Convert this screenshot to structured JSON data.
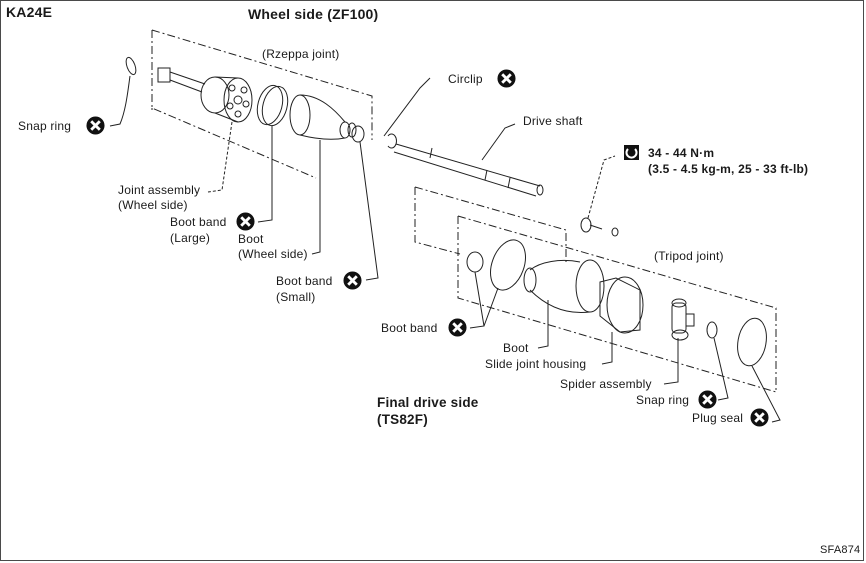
{
  "model": "KA24E",
  "figure_code": "SFA874",
  "wheel_side": {
    "title": "Wheel side (ZF100)",
    "joint_type": "(Rzeppa joint)"
  },
  "final_drive_side": {
    "title_line1": "Final drive side",
    "title_line2": "(TS82F)",
    "joint_type": "(Tripod joint)"
  },
  "torque": {
    "icon": "torque-wrench-icon",
    "line1": "34 - 44 N·m",
    "line2": "(3.5 - 4.5 kg-m, 25 - 33 ft-lb)"
  },
  "legend": {
    "replace_icon": "do-not-reuse-x-icon"
  },
  "parts": {
    "snap_ring_wheel": "Snap ring",
    "joint_assembly_1": "Joint assembly",
    "joint_assembly_2": "(Wheel side)",
    "boot_band_large_1": "Boot band",
    "boot_band_large_2": "(Large)",
    "boot_wheel_1": "Boot",
    "boot_wheel_2": "(Wheel side)",
    "boot_band_small_1": "Boot band",
    "boot_band_small_2": "(Small)",
    "circlip": "Circlip",
    "drive_shaft": "Drive shaft",
    "boot_band_fd": "Boot band",
    "boot_fd": "Boot",
    "slide_joint_housing": "Slide joint housing",
    "spider_assembly": "Spider assembly",
    "snap_ring_fd": "Snap ring",
    "plug_seal": "Plug seal"
  }
}
